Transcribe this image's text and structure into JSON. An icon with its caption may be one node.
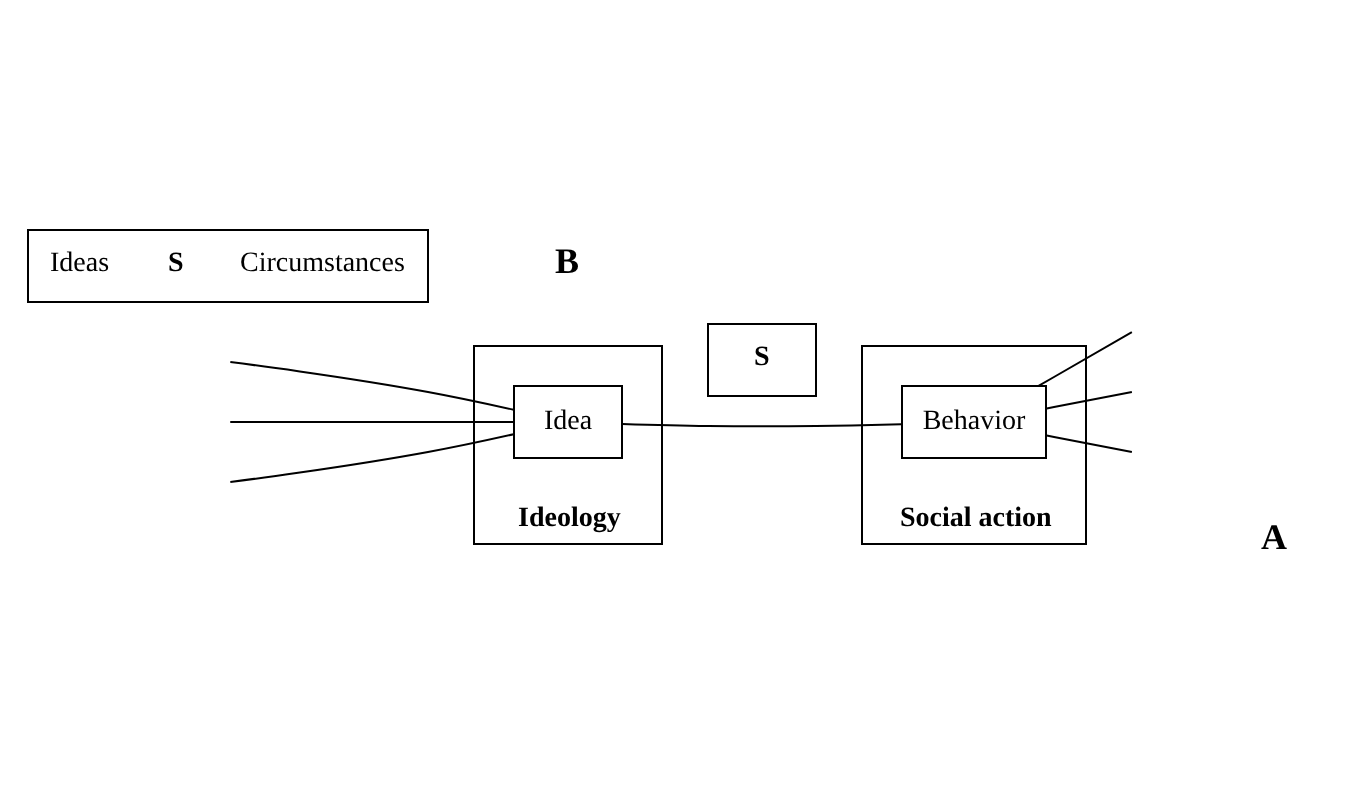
{
  "diagram": {
    "nodes": [
      {
        "text": [
          "Ideology"
        ]
      },
      {
        "text": [
          "Idea"
        ],
        "in": 0
      },
      {
        "text": [
          "S"
        ]
      },
      {
        "text": [
          "Social action"
        ]
      },
      {
        "text": [
          "Behavior"
        ],
        "in": 3
      },
      {
        "text": [
          "Ideas",
          "S",
          "Circumstances"
        ]
      }
    ],
    "edges": [
      {
        "from": 1,
        "to": 4,
        "arrow": "none"
      },
      {
        "from": null,
        "to": 1,
        "arrow": "none"
      },
      {
        "from": null,
        "to": 1,
        "arrow": "none"
      },
      {
        "from": null,
        "to": 1,
        "arrow": "none"
      },
      {
        "from": 4,
        "to": null,
        "arrow": "none"
      },
      {
        "from": 4,
        "to": null,
        "arrow": "none"
      },
      {
        "from": 4,
        "to": null,
        "arrow": "none"
      }
    ],
    "labels": [
      "A",
      "B"
    ]
  }
}
